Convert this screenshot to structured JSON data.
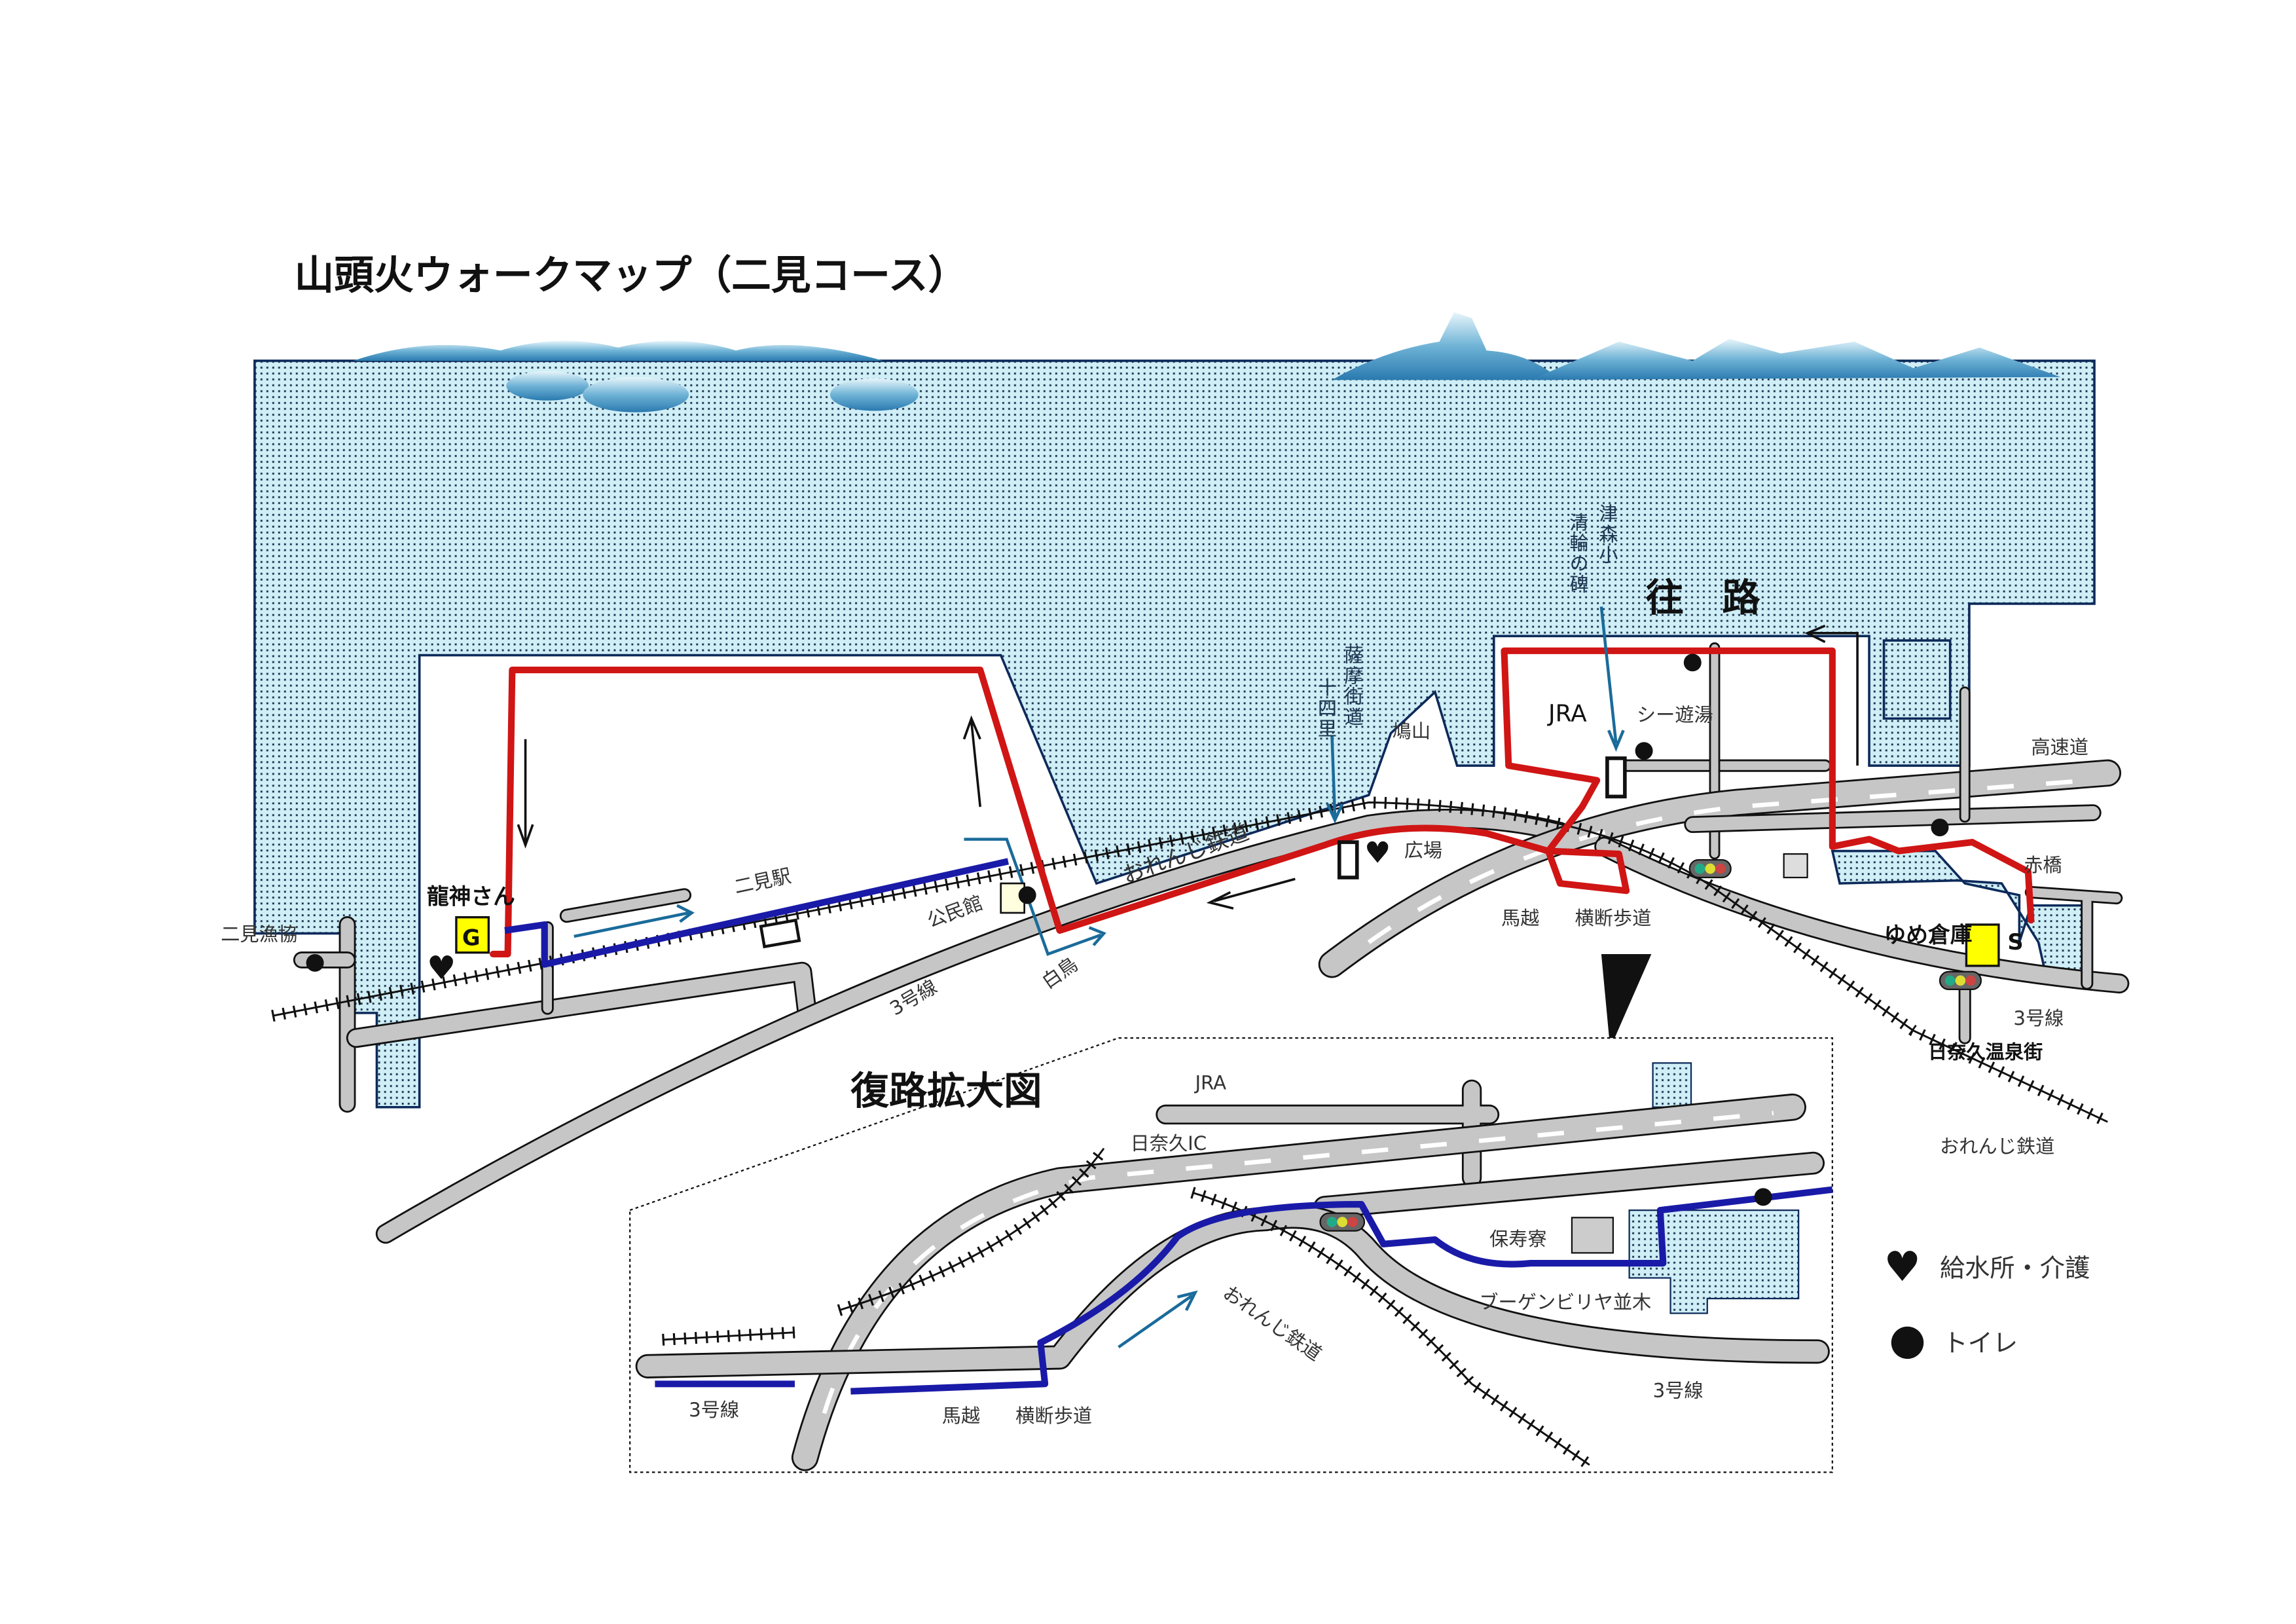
{
  "title": "山頭火ウォークマップ（二見コース）",
  "colors": {
    "sea": "#cfeef6",
    "outbound_route": "#d01515",
    "return_route": "#1a1aa8",
    "road": "#c6c6c6",
    "marker": "#ffff00",
    "arrow": "#1a6b9a"
  },
  "map": {
    "outbound_label": "往　路",
    "goal_marker": "G",
    "start_marker": "S",
    "places": {
      "ryujin": "龍神さん",
      "futami_gyokyo": "二見漁協",
      "futami_station": "二見駅",
      "kominkan": "公民館",
      "shiratori": "白鳥",
      "route3_a": "3号線",
      "orange_railway_a": "おれんじ鉄道",
      "hatoyama": "鳩山",
      "hiroba": "広場",
      "jra": "JRA",
      "sea_yu": "シー遊湯",
      "umakoshi": "馬越",
      "crosswalk": "横断歩道",
      "expressway": "高速道",
      "akahashi": "赤橋",
      "yume_souko": "ゆめ倉庫",
      "route3_b": "3号線",
      "hinagu_onsen": "日奈久温泉街",
      "orange_railway_b": "おれんじ鉄道",
      "tsumori_a": "津森小",
      "tsumori_b": "清輪の碑",
      "satsuma_a": "薩摩街道",
      "satsuma_b": "十四里"
    }
  },
  "inset": {
    "title": "復路拡大図",
    "jra": "JRA",
    "hinagu_ic": "日奈久IC",
    "hojuryo": "保寿寮",
    "bougainvillea": "ブーゲンビリヤ並木",
    "orange_railway": "おれんじ鉄道",
    "route3_left": "3号線",
    "umakoshi": "馬越",
    "crosswalk": "横断歩道",
    "route3_right": "3号線"
  },
  "legend": [
    {
      "icon": "heart-icon",
      "label": "給水所・介護"
    },
    {
      "icon": "toilet-dot-icon",
      "label": "トイレ"
    }
  ]
}
